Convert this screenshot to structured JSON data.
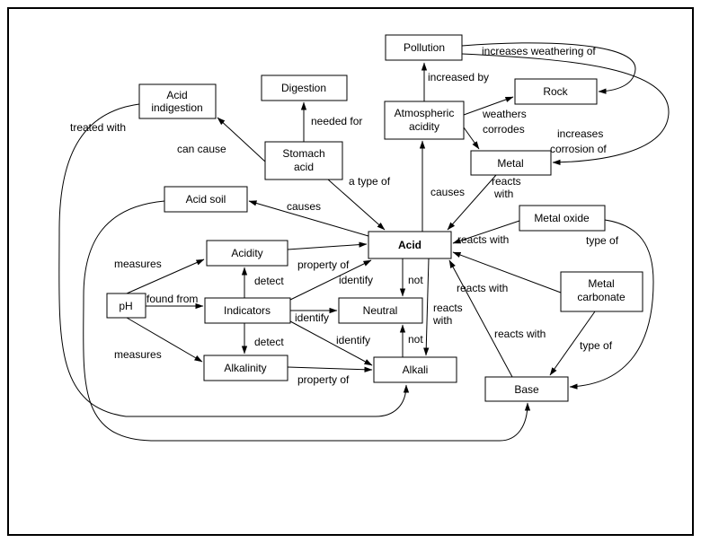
{
  "diagram": {
    "background": "#ffffff",
    "line_color": "#000000",
    "nodes": {
      "pollution": {
        "label": "Pollution"
      },
      "digestion": {
        "label": "Digestion"
      },
      "acid_indigestion": {
        "lines": [
          "Acid",
          "indigestion"
        ]
      },
      "atmospheric_acidity": {
        "lines": [
          "Atmospheric",
          "acidity"
        ]
      },
      "rock": {
        "label": "Rock"
      },
      "stomach_acid": {
        "lines": [
          "Stomach",
          "acid"
        ]
      },
      "metal": {
        "label": "Metal"
      },
      "acid_soil": {
        "label": "Acid soil"
      },
      "metal_oxide": {
        "label": "Metal oxide"
      },
      "acid": {
        "label": "Acid"
      },
      "acidity": {
        "label": "Acidity"
      },
      "ph": {
        "label": "pH"
      },
      "indicators": {
        "label": "Indicators"
      },
      "neutral": {
        "label": "Neutral"
      },
      "metal_carbonate": {
        "lines": [
          "Metal",
          "carbonate"
        ]
      },
      "alkalinity": {
        "label": "Alkalinity"
      },
      "alkali": {
        "label": "Alkali"
      },
      "base": {
        "label": "Base"
      }
    },
    "edge_labels": {
      "increased_by": "increased by",
      "increases_weathering_of": "increases weathering of",
      "increases_corrosion_of": [
        "increases",
        "corrosion of"
      ],
      "weathers": "weathers",
      "corrodes": "corrodes",
      "needed_for": "needed for",
      "can_cause": "can cause",
      "treated_with": "treated with",
      "a_type_of": "a type of",
      "causes_atmospheric": "causes",
      "causes_soil": "causes",
      "reacts_with_metal": [
        "reacts",
        "with"
      ],
      "reacts_with_metal_oxide": "reacts with",
      "reacts_with_metal_carbonate": "reacts with",
      "reacts_with_base": "reacts with",
      "reacts_with_alkali": [
        "reacts",
        "with"
      ],
      "type_of_metal_oxide": "type of",
      "type_of_metal_carbonate": "type of",
      "measures_acidity": "measures",
      "measures_alkalinity": "measures",
      "found_from": "found from",
      "detect_acidity": "detect",
      "detect_alkalinity": "detect",
      "identify_acid": "identify",
      "identify_neutral": "identify",
      "identify_alkali": "identify",
      "not_acid": "not",
      "not_alkali": "not",
      "property_of_acid": "property of",
      "property_of_alkali": "property of"
    },
    "relations": [
      {
        "from": "Atmospheric acidity",
        "label": "increased by",
        "to": "Pollution"
      },
      {
        "from": "Pollution",
        "label": "increases weathering of",
        "to": "Rock"
      },
      {
        "from": "Pollution",
        "label": "increases corrosion of",
        "to": "Metal"
      },
      {
        "from": "Atmospheric acidity",
        "label": "weathers",
        "to": "Rock"
      },
      {
        "from": "Atmospheric acidity",
        "label": "corrodes",
        "to": "Metal"
      },
      {
        "from": "Stomach acid",
        "label": "needed for",
        "to": "Digestion"
      },
      {
        "from": "Stomach acid",
        "label": "can cause",
        "to": "Acid indigestion"
      },
      {
        "from": "Acid indigestion",
        "label": "treated with",
        "to": "Alkali"
      },
      {
        "from": "Stomach acid",
        "label": "a type of",
        "to": "Acid"
      },
      {
        "from": "Acid",
        "label": "causes",
        "to": "Atmospheric acidity"
      },
      {
        "from": "Acid",
        "label": "causes",
        "to": "Acid soil"
      },
      {
        "from": "Acid soil",
        "label": "",
        "to": "Base"
      },
      {
        "from": "Metal",
        "label": "reacts with",
        "to": "Acid"
      },
      {
        "from": "Metal oxide",
        "label": "reacts with",
        "to": "Acid"
      },
      {
        "from": "Metal carbonate",
        "label": "reacts with",
        "to": "Acid"
      },
      {
        "from": "Base",
        "label": "reacts with",
        "to": "Acid"
      },
      {
        "from": "Metal oxide",
        "label": "type of",
        "to": "Base"
      },
      {
        "from": "Metal carbonate",
        "label": "type of",
        "to": "Base"
      },
      {
        "from": "pH",
        "label": "measures",
        "to": "Acidity"
      },
      {
        "from": "pH",
        "label": "measures",
        "to": "Alkalinity"
      },
      {
        "from": "pH",
        "label": "found from",
        "to": "Indicators"
      },
      {
        "from": "Indicators",
        "label": "detect",
        "to": "Acidity"
      },
      {
        "from": "Indicators",
        "label": "detect",
        "to": "Alkalinity"
      },
      {
        "from": "Indicators",
        "label": "identify",
        "to": "Acid"
      },
      {
        "from": "Indicators",
        "label": "identify",
        "to": "Neutral"
      },
      {
        "from": "Indicators",
        "label": "identify",
        "to": "Alkali"
      },
      {
        "from": "Acid",
        "label": "not",
        "to": "Neutral"
      },
      {
        "from": "Alkali",
        "label": "not",
        "to": "Neutral"
      },
      {
        "from": "Acid",
        "label": "reacts with",
        "to": "Alkali"
      }
    ]
  }
}
